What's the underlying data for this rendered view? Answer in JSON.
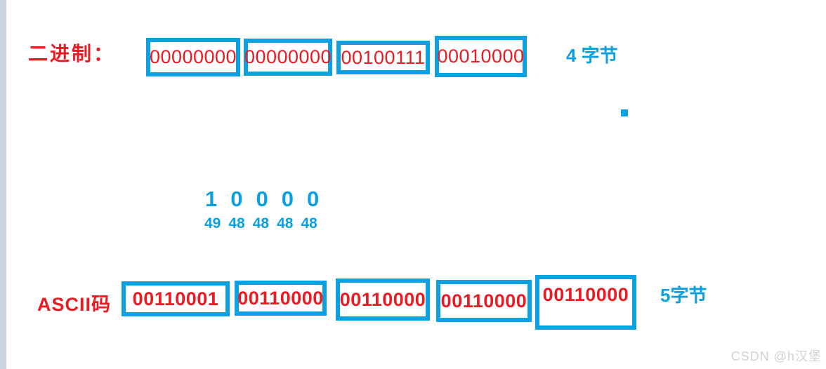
{
  "colors": {
    "accent-blue": "#0ba0e0",
    "digit-red": "#e91b23",
    "left-strip": "#ccd5e3",
    "watermark-gray": "#d2d2d2"
  },
  "binary_row": {
    "label": "二进制：",
    "boxes": [
      "00000000",
      "00000000",
      "00100111",
      "00010000"
    ],
    "byte_label": "4 字节"
  },
  "conversion": {
    "digits": [
      "1",
      "0",
      "0",
      "0",
      "0"
    ],
    "ascii_codes": [
      "49",
      "48",
      "48",
      "48",
      "48"
    ]
  },
  "ascii_row": {
    "label": "ASCII码",
    "boxes": [
      "00110001",
      "00110000",
      "00110000",
      "00110000",
      "00110000"
    ],
    "byte_label": "5字节"
  },
  "watermark": "CSDN @h汉堡"
}
